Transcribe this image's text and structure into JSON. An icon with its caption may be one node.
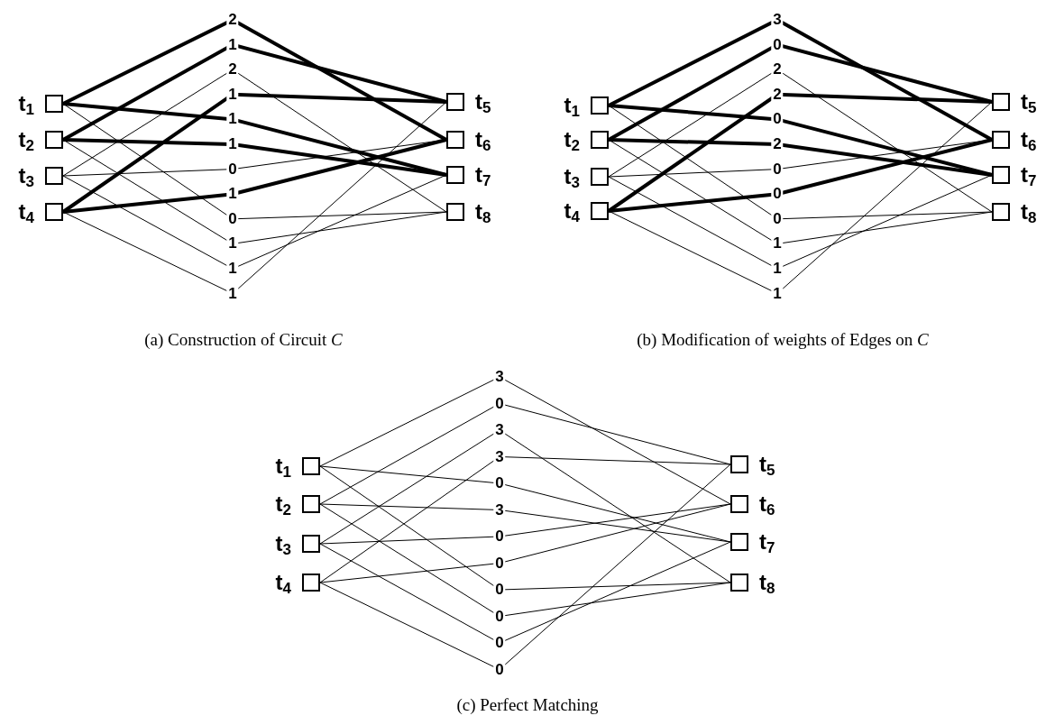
{
  "diagram": {
    "nodes": [
      {
        "text": [],
        "shape": "box",
        "beside": [
          "t$_{1}$"
        ]
      },
      {
        "text": [],
        "shape": "box",
        "beside": [
          "t$_{2}$"
        ]
      },
      {
        "text": [],
        "shape": "box",
        "beside": [
          "t$_{3}$"
        ]
      },
      {
        "text": [],
        "shape": "box",
        "beside": [
          "t$_{4}$"
        ]
      },
      {
        "text": [],
        "shape": "box",
        "beside": [
          "t$_{5}$"
        ]
      },
      {
        "text": [],
        "shape": "box",
        "beside": [
          "t$_{6}$"
        ]
      },
      {
        "text": [],
        "shape": "box",
        "beside": [
          "t$_{7}$"
        ]
      },
      {
        "text": [],
        "shape": "box",
        "beside": [
          "t$_{8}$"
        ]
      },
      {
        "text": [],
        "shape": "box",
        "beside": [
          "t$_{1}$"
        ]
      },
      {
        "text": [],
        "shape": "box",
        "beside": [
          "t$_{2}$"
        ]
      },
      {
        "text": [],
        "shape": "box",
        "beside": [
          "t$_{3}$"
        ]
      },
      {
        "text": [],
        "shape": "box",
        "beside": [
          "t$_{4}$"
        ]
      },
      {
        "text": [],
        "shape": "box",
        "beside": [
          "t$_{5}$"
        ]
      },
      {
        "text": [],
        "shape": "box",
        "beside": [
          "t$_{6}$"
        ]
      },
      {
        "text": [],
        "shape": "box",
        "beside": [
          "t$_{7}$"
        ]
      },
      {
        "text": [],
        "shape": "box",
        "beside": [
          "t$_{8}$"
        ]
      },
      {
        "text": [],
        "shape": "box",
        "beside": [
          "t$_{1}$"
        ]
      },
      {
        "text": [],
        "shape": "box",
        "beside": [
          "t$_{2}$"
        ]
      },
      {
        "text": [],
        "shape": "box",
        "beside": [
          "t$_{3}$"
        ]
      },
      {
        "text": [],
        "shape": "box",
        "beside": [
          "t$_{4}$"
        ]
      },
      {
        "text": [],
        "shape": "box",
        "beside": [
          "t$_{5}$"
        ]
      },
      {
        "text": [],
        "shape": "box",
        "beside": [
          "t$_{6}$"
        ]
      },
      {
        "text": [],
        "shape": "box",
        "beside": [
          "t$_{7}$"
        ]
      },
      {
        "text": [],
        "shape": "box",
        "beside": [
          "t$_{8}$"
        ]
      }
    ],
    "edges": [
      {
        "from": 0,
        "to": 5,
        "arrow": "none",
        "label": "2",
        "style": "thick"
      },
      {
        "from": 1,
        "to": 4,
        "arrow": "none",
        "label": "1",
        "style": "thick"
      },
      {
        "from": 2,
        "to": 7,
        "arrow": "none",
        "label": "2"
      },
      {
        "from": 3,
        "to": 4,
        "arrow": "none",
        "label": "1",
        "style": "thick"
      },
      {
        "from": 0,
        "to": 6,
        "arrow": "none",
        "label": "1",
        "style": "thick"
      },
      {
        "from": 1,
        "to": 6,
        "arrow": "none",
        "label": "1",
        "style": "thick"
      },
      {
        "from": 2,
        "to": 5,
        "arrow": "none",
        "label": "0"
      },
      {
        "from": 3,
        "to": 5,
        "arrow": "none",
        "label": "1",
        "style": "thick"
      },
      {
        "from": 0,
        "to": 7,
        "arrow": "none",
        "label": "0"
      },
      {
        "from": 1,
        "to": 7,
        "arrow": "none",
        "label": "1"
      },
      {
        "from": 2,
        "to": 6,
        "arrow": "none",
        "label": "1"
      },
      {
        "from": 3,
        "to": 4,
        "arrow": "none",
        "label": "1"
      },
      {
        "from": 8,
        "to": 13,
        "arrow": "none",
        "label": "3",
        "style": "thick"
      },
      {
        "from": 9,
        "to": 12,
        "arrow": "none",
        "label": "0",
        "style": "thick"
      },
      {
        "from": 10,
        "to": 15,
        "arrow": "none",
        "label": "2"
      },
      {
        "from": 11,
        "to": 12,
        "arrow": "none",
        "label": "2",
        "style": "thick"
      },
      {
        "from": 8,
        "to": 14,
        "arrow": "none",
        "label": "0",
        "style": "thick"
      },
      {
        "from": 9,
        "to": 14,
        "arrow": "none",
        "label": "2",
        "style": "thick"
      },
      {
        "from": 10,
        "to": 13,
        "arrow": "none",
        "label": "0"
      },
      {
        "from": 11,
        "to": 13,
        "arrow": "none",
        "label": "0",
        "style": "thick"
      },
      {
        "from": 8,
        "to": 15,
        "arrow": "none",
        "label": "0"
      },
      {
        "from": 9,
        "to": 15,
        "arrow": "none",
        "label": "1"
      },
      {
        "from": 10,
        "to": 14,
        "arrow": "none",
        "label": "1"
      },
      {
        "from": 11,
        "to": 12,
        "arrow": "none",
        "label": "1"
      },
      {
        "from": 16,
        "to": 21,
        "arrow": "none",
        "label": "3"
      },
      {
        "from": 17,
        "to": 20,
        "arrow": "none",
        "label": "0"
      },
      {
        "from": 18,
        "to": 23,
        "arrow": "none",
        "label": "3"
      },
      {
        "from": 19,
        "to": 20,
        "arrow": "none",
        "label": "3"
      },
      {
        "from": 16,
        "to": 22,
        "arrow": "none",
        "label": "0"
      },
      {
        "from": 17,
        "to": 22,
        "arrow": "none",
        "label": "3"
      },
      {
        "from": 18,
        "to": 21,
        "arrow": "none",
        "label": "0"
      },
      {
        "from": 19,
        "to": 21,
        "arrow": "none",
        "label": "0"
      },
      {
        "from": 16,
        "to": 23,
        "arrow": "none",
        "label": "0"
      },
      {
        "from": 17,
        "to": 23,
        "arrow": "none",
        "label": "0"
      },
      {
        "from": 18,
        "to": 22,
        "arrow": "none",
        "label": "0"
      },
      {
        "from": 19,
        "to": 20,
        "arrow": "none",
        "label": "0"
      }
    ],
    "labels": [
      "(a) Construction of Circuit *C*",
      "(b) Modification of weights of Edges on *C*",
      "(c) Perfect Matching"
    ]
  }
}
